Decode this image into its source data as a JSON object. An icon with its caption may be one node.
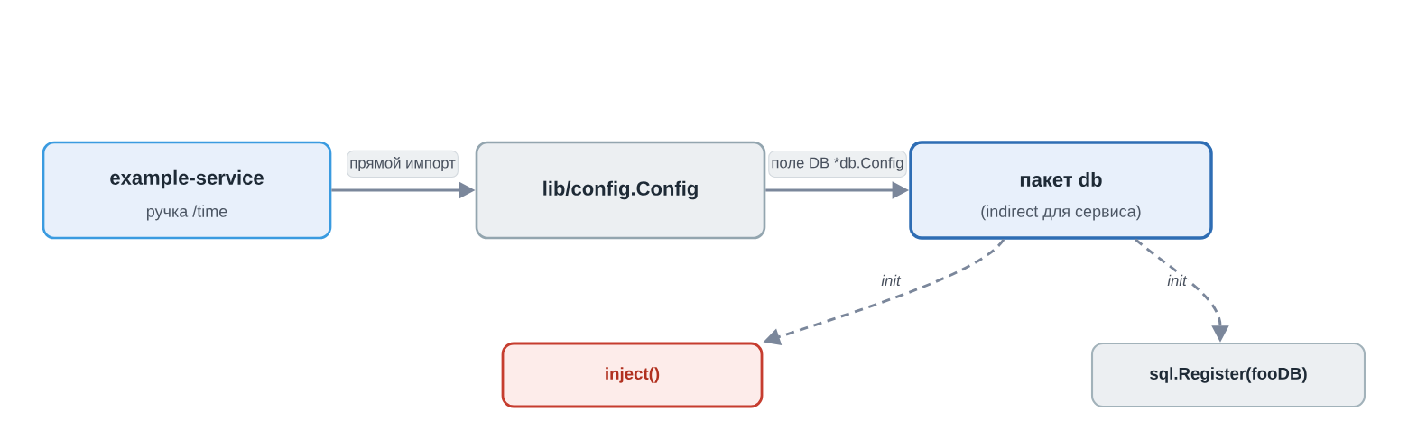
{
  "diagram": {
    "nodes": [
      {
        "text": [
          "example-service",
          "ручка /time"
        ]
      },
      {
        "text": [
          "lib/config.Config"
        ]
      },
      {
        "text": [
          "пакет db",
          "(indirect для сервиса)"
        ]
      },
      {
        "text": [
          "inject()"
        ]
      },
      {
        "text": [
          "sql.Register(fooDB)"
        ]
      }
    ],
    "edges": [
      {
        "from": 0,
        "to": 1,
        "arrow": "to",
        "label": "прямой импорт"
      },
      {
        "from": 1,
        "to": 2,
        "arrow": "to",
        "label": "поле DB *db.Config"
      },
      {
        "from": 2,
        "to": 3,
        "arrow": "to",
        "label": "init",
        "style": "dashed"
      },
      {
        "from": 2,
        "to": 4,
        "arrow": "to",
        "label": "init",
        "style": "dashed"
      }
    ]
  }
}
